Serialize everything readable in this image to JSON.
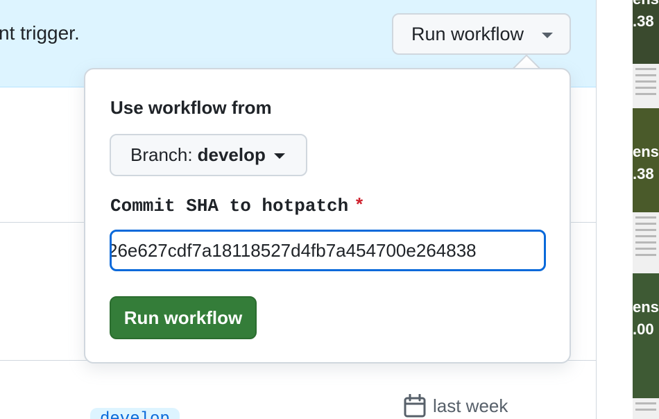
{
  "banner": {
    "text": "nt trigger.",
    "run_workflow_label": "Run workflow"
  },
  "popover": {
    "title": "Use workflow from",
    "branch_prefix": "Branch:",
    "branch_value": "develop",
    "field_label": "Commit SHA to hotpatch",
    "required_mark": "*",
    "sha_value": "26e627cdf7a18118527d4fb7a454700e264838",
    "submit_label": "Run workflow"
  },
  "row": {
    "branch_tag": "develop",
    "date": "last week",
    "more": "..."
  },
  "sidebar": {
    "thumbs": [
      {
        "line1": "ens",
        "line2": ".38"
      },
      {
        "line1": "ens",
        "line2": ".38"
      },
      {
        "line1": "ens",
        "line2": ".00"
      }
    ]
  },
  "colors": {
    "banner_bg": "#ddf4ff",
    "primary_green": "#347d39",
    "focus_blue": "#0969da",
    "required_red": "#cf222e"
  }
}
